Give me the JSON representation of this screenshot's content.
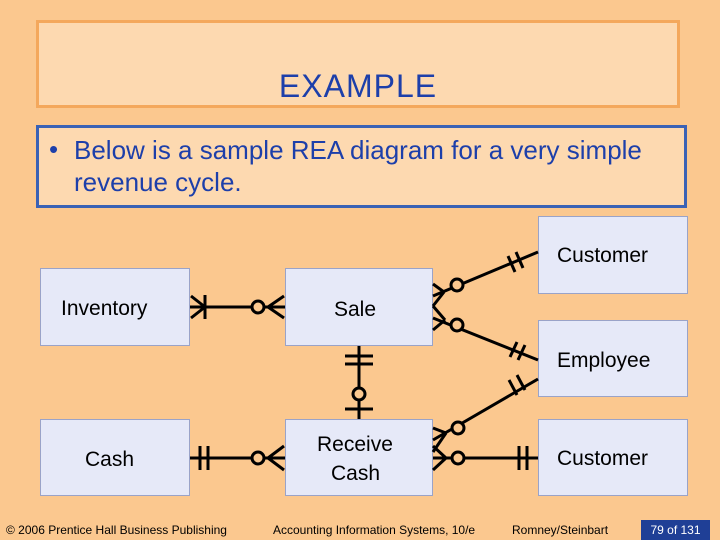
{
  "title": "EXAMPLE",
  "bullet": {
    "marker": "•",
    "text": "Below is a sample REA diagram for a very simple revenue cycle."
  },
  "entities": {
    "inventory": "Inventory",
    "sale": "Sale",
    "customer_top": "Customer",
    "employee": "Employee",
    "cash": "Cash",
    "receive_cash_line1": "Receive",
    "receive_cash_line2": "Cash",
    "customer_bottom": "Customer"
  },
  "footer": {
    "copyright": "© 2006 Prentice Hall Business Publishing",
    "book": "Accounting Information Systems, 10/e",
    "authors": "Romney/Steinbart",
    "slide_number": "79 of 131"
  },
  "colors": {
    "background": "#fbc88f",
    "title_text": "#1d3faa",
    "entity_fill": "#e6e9f8",
    "slide_number_bg": "#1f3f96"
  }
}
